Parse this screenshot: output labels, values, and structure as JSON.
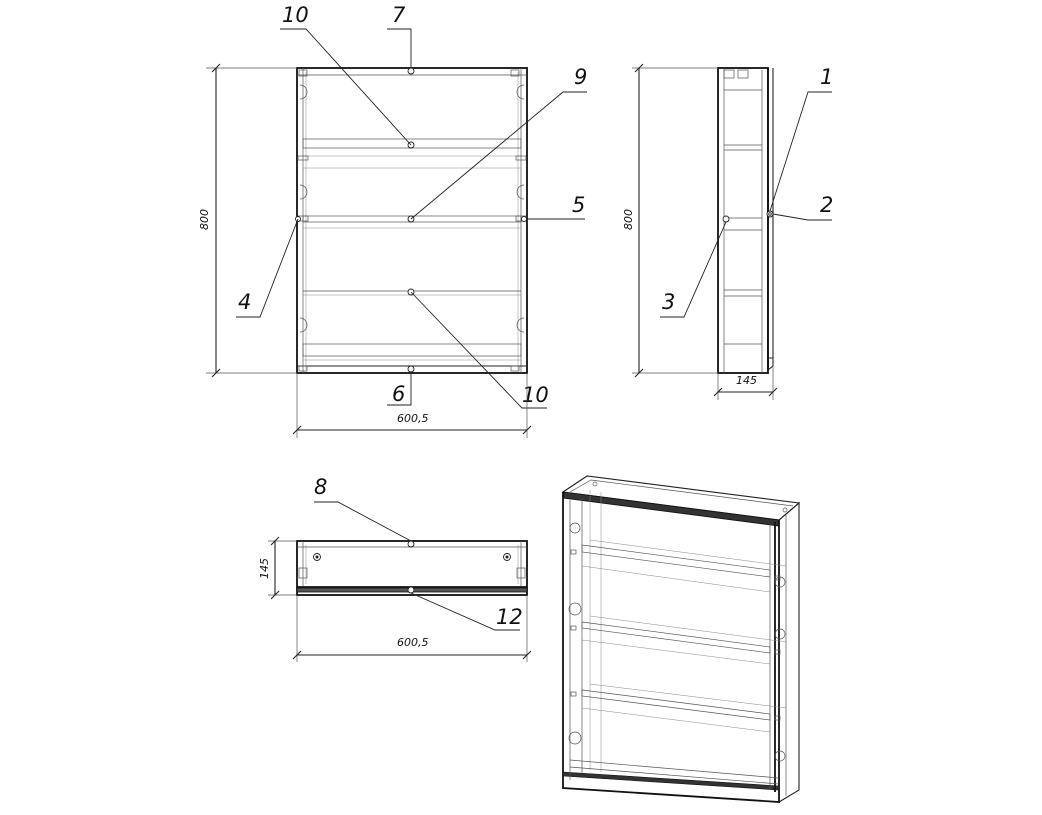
{
  "front_view": {
    "height_dim": "800",
    "width_dim": "600,5",
    "callouts": {
      "top_left_10": "10",
      "top_7": "7",
      "right_9": "9",
      "right_5": "5",
      "left_4": "4",
      "bottom_6": "6",
      "bottom_right_10": "10"
    }
  },
  "side_view": {
    "height_dim": "800",
    "depth_dim": "145",
    "callouts": {
      "c1": "1",
      "c2": "2",
      "c3": "3"
    }
  },
  "top_view": {
    "depth_dim": "145",
    "width_dim": "600,5",
    "callouts": {
      "c8": "8",
      "c12": "12"
    }
  }
}
